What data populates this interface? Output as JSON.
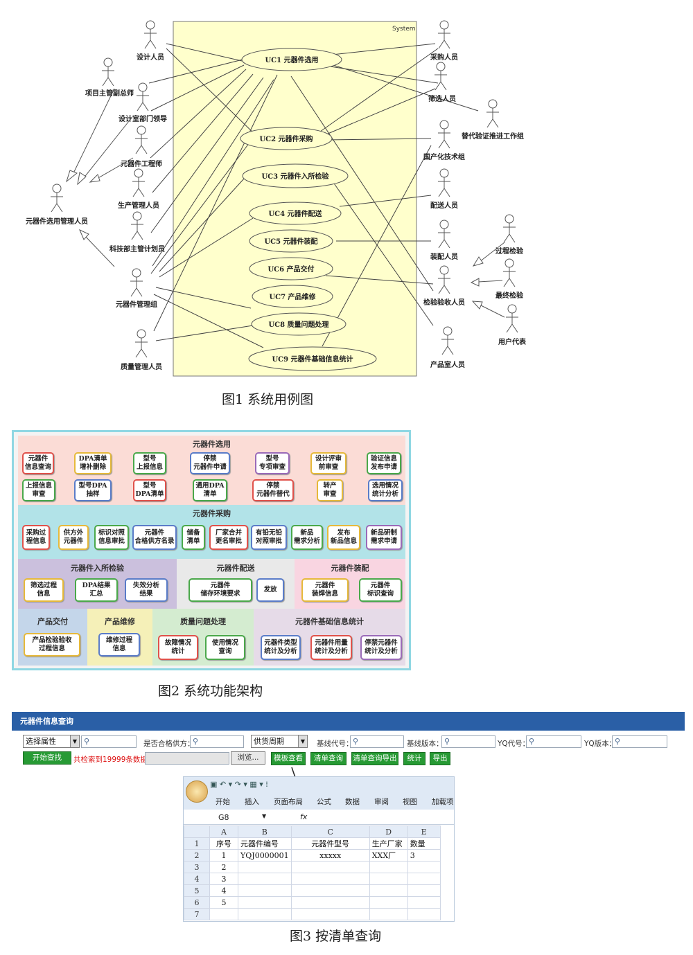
{
  "figure1": {
    "caption": "图1   系统用例图",
    "system_label": "System",
    "use_cases": [
      "UC1 元器件选用",
      "UC2 元器件采购",
      "UC3 元器件入所检验",
      "UC4 元器件配送",
      "UC5 元器件装配",
      "UC6 产品交付",
      "UC7 产品维修",
      "UC8 质量问题处理",
      "UC9 元器件基础信息统计"
    ],
    "left_actors": [
      "设计人员",
      "项目主管副总师",
      "设计室部门领导",
      "元器件工程师",
      "生产管理人员",
      "科技部主管计划员",
      "元器件管理组",
      "质量管理人员",
      "元器件选用管理人员"
    ],
    "right_actors": [
      "采购人员",
      "筛选人员",
      "替代验证推进工作组",
      "国产化技术组",
      "配送人员",
      "装配人员",
      "检验验收人员",
      "产品室人员",
      "过程检验",
      "最终检验",
      "用户代表"
    ]
  },
  "figure2": {
    "caption": "图2   系统功能架构",
    "sections": {
      "select": {
        "title": "元器件选用",
        "row1": [
          "元器件\n信息查询",
          "DPA清单\n增补删除",
          "型号\n上报信息",
          "停禁\n元器件申请",
          "型号\n专项审查",
          "设计评审\n前审查",
          "验证信息\n发布申请"
        ],
        "row2": [
          "上报信息\n审查",
          "型号DPA\n抽样",
          "型号\nDPA清单",
          "通用DPA\n清单",
          "停禁\n元器件替代",
          "转产\n审查",
          "选用情况\n统计分析"
        ]
      },
      "purchase": {
        "title": "元器件采购",
        "items": [
          "采购过\n程信息",
          "供方外\n元器件",
          "标识对照\n信息审批",
          "元器件\n合格供方名录",
          "储备\n清单",
          "厂家合并\n更名审批",
          "有铅无铅\n对照审批",
          "新品\n需求分析",
          "发布\n新品信息",
          "新品研制\n需求申请"
        ]
      },
      "inspect": {
        "title": "元器件入所检验",
        "items": [
          "筛选过程\n信息",
          "DPA结果\n汇总",
          "失效分析\n结果"
        ]
      },
      "deliver": {
        "title": "元器件配送",
        "items": [
          "元器件\n储存环境要求",
          "发放"
        ]
      },
      "assemble": {
        "title": "元器件装配",
        "items": [
          "元器件\n装焊信息",
          "元器件\n标识查询"
        ]
      },
      "handover": {
        "title": "产品交付",
        "items": [
          "产品检验验收\n过程信息"
        ]
      },
      "repair": {
        "title": "产品维修",
        "items": [
          "维修过程\n信息"
        ]
      },
      "quality": {
        "title": "质量问题处理",
        "items": [
          "故障情况\n统计",
          "使用情况\n查询"
        ]
      },
      "stats": {
        "title": "元器件基础信息统计",
        "items": [
          "元器件类型\n统计及分析",
          "元器件用量\n统计及分析",
          "停禁元器件\n统计及分析"
        ]
      }
    }
  },
  "figure3": {
    "caption": "图3   按清单查询",
    "header": "元器件信息查询",
    "select_attr": "选择属性",
    "label_qualified": "是否合格供方：",
    "select_cycle": "供货周期",
    "label_base_code": "基线代号：",
    "label_base_ver": "基线版本：",
    "label_yq_code": "YQ代号：",
    "label_yq_ver": "YQ版本：",
    "btn_search": "开始查找",
    "result_text": "共检索到19999条数据",
    "btn_browse": "浏览...",
    "btn_template": "模板查看",
    "btn_list_query": "清单查询",
    "btn_list_export": "清单查询导出",
    "btn_stats": "统计",
    "btn_export": "导出",
    "excel": {
      "tabs": [
        "开始",
        "插入",
        "页面布局",
        "公式",
        "数据",
        "审阅",
        "视图",
        "加载项"
      ],
      "cell_ref": "G8",
      "fx": "fx",
      "col_letters": [
        "A",
        "B",
        "C",
        "D",
        "E"
      ],
      "headers": [
        "序号",
        "元器件编号",
        "元器件型号",
        "生产厂家",
        "数量"
      ],
      "rows": [
        [
          "1",
          "YQJ0000001",
          "xxxxx",
          "XXX厂",
          "3"
        ],
        [
          "2",
          "",
          "",
          "",
          ""
        ],
        [
          "3",
          "",
          "",
          "",
          ""
        ],
        [
          "4",
          "",
          "",
          "",
          ""
        ],
        [
          "5",
          "",
          "",
          "",
          ""
        ],
        [
          "",
          "",
          "",
          "",
          ""
        ]
      ]
    }
  }
}
